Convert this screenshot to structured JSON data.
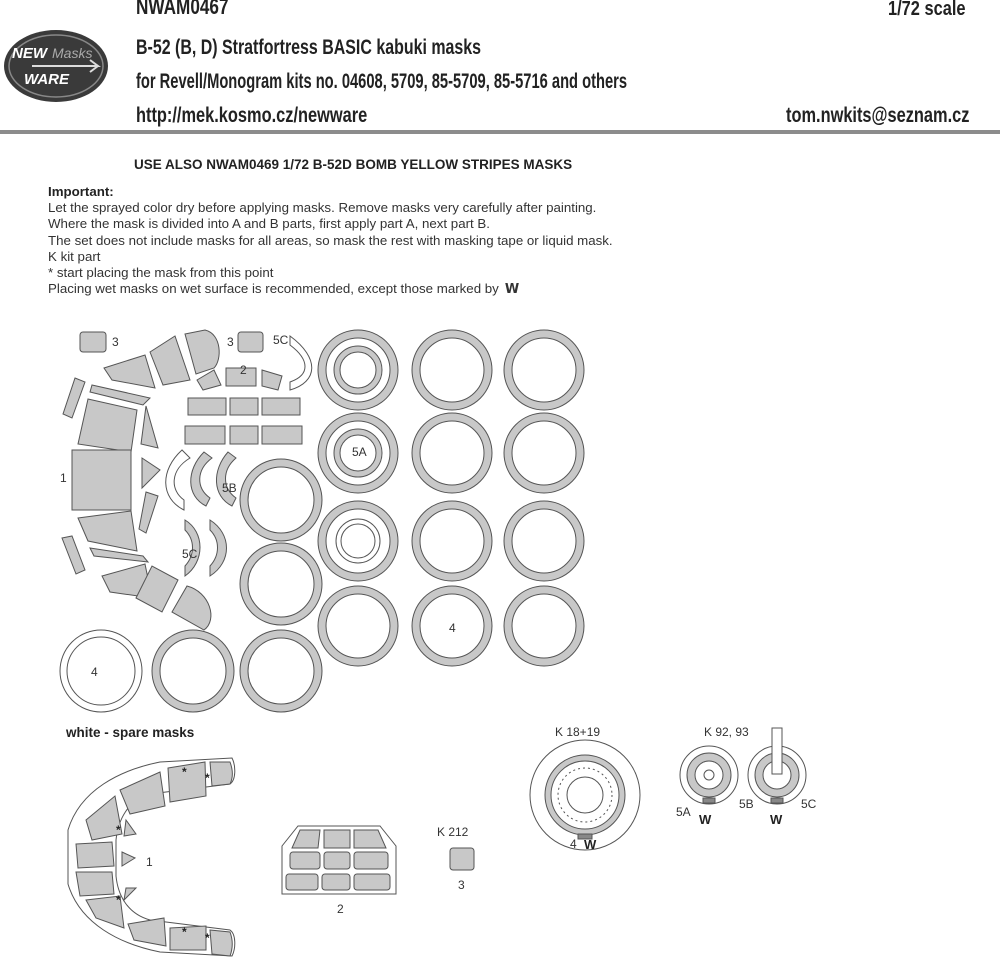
{
  "logo": {
    "line1": "NEW",
    "line2": "Masks",
    "line3": "WARE"
  },
  "header": {
    "code": "NWAM0467",
    "scale": "1/72 scale",
    "title": "B-52 (B, D) Stratfortress BASIC  kabuki masks",
    "kits": "for Revell/Monogram kits no. 04608, 5709, 85-5709, 85-5716 and others",
    "url": "http://mek.kosmo.cz/newware",
    "email": "tom.nwkits@seznam.cz"
  },
  "use_also": "USE ALSO NWAM0469 1/72 B-52D BOMB YELLOW STRIPES MASKS",
  "instructions": {
    "heading": "Important:",
    "lines": [
      "Let the sprayed color dry before applying masks. Remove masks very carefully after painting.",
      "Where the mask is divided into A and B parts, first apply part A, next part B.",
      "The set does not include masks for all areas, so mask the rest with masking tape or liquid mask.",
      "K kit part",
      "*  start placing the mask from this point",
      "Placing wet masks on wet surface is recommended, except those marked by"
    ],
    "wet_mark": "W"
  },
  "sheet_labels": {
    "part1": "1",
    "part2": "2",
    "part3a": "3",
    "part3b": "3",
    "part4a": "4",
    "part4b": "4",
    "part5a": "5A",
    "part5b": "5B",
    "part5c_top": "5C",
    "part5c": "5C"
  },
  "spare_note": "white - spare masks",
  "diagram": {
    "part1_label": "1",
    "part1_marker": "*",
    "part2_label": "2",
    "k212": "K 212",
    "k212_part": "3",
    "k1819": "K 18+19",
    "wheel_part": "4",
    "wheel_mark": "W",
    "k9293": "K 92, 93",
    "hub_5a": "5A",
    "hub_5b": "5B",
    "hub_5c": "5C",
    "hub_mark": "W"
  },
  "colors": {
    "mask_fill": "#c8c8c8",
    "outline": "#555555",
    "rule": "#8c8c8c"
  }
}
